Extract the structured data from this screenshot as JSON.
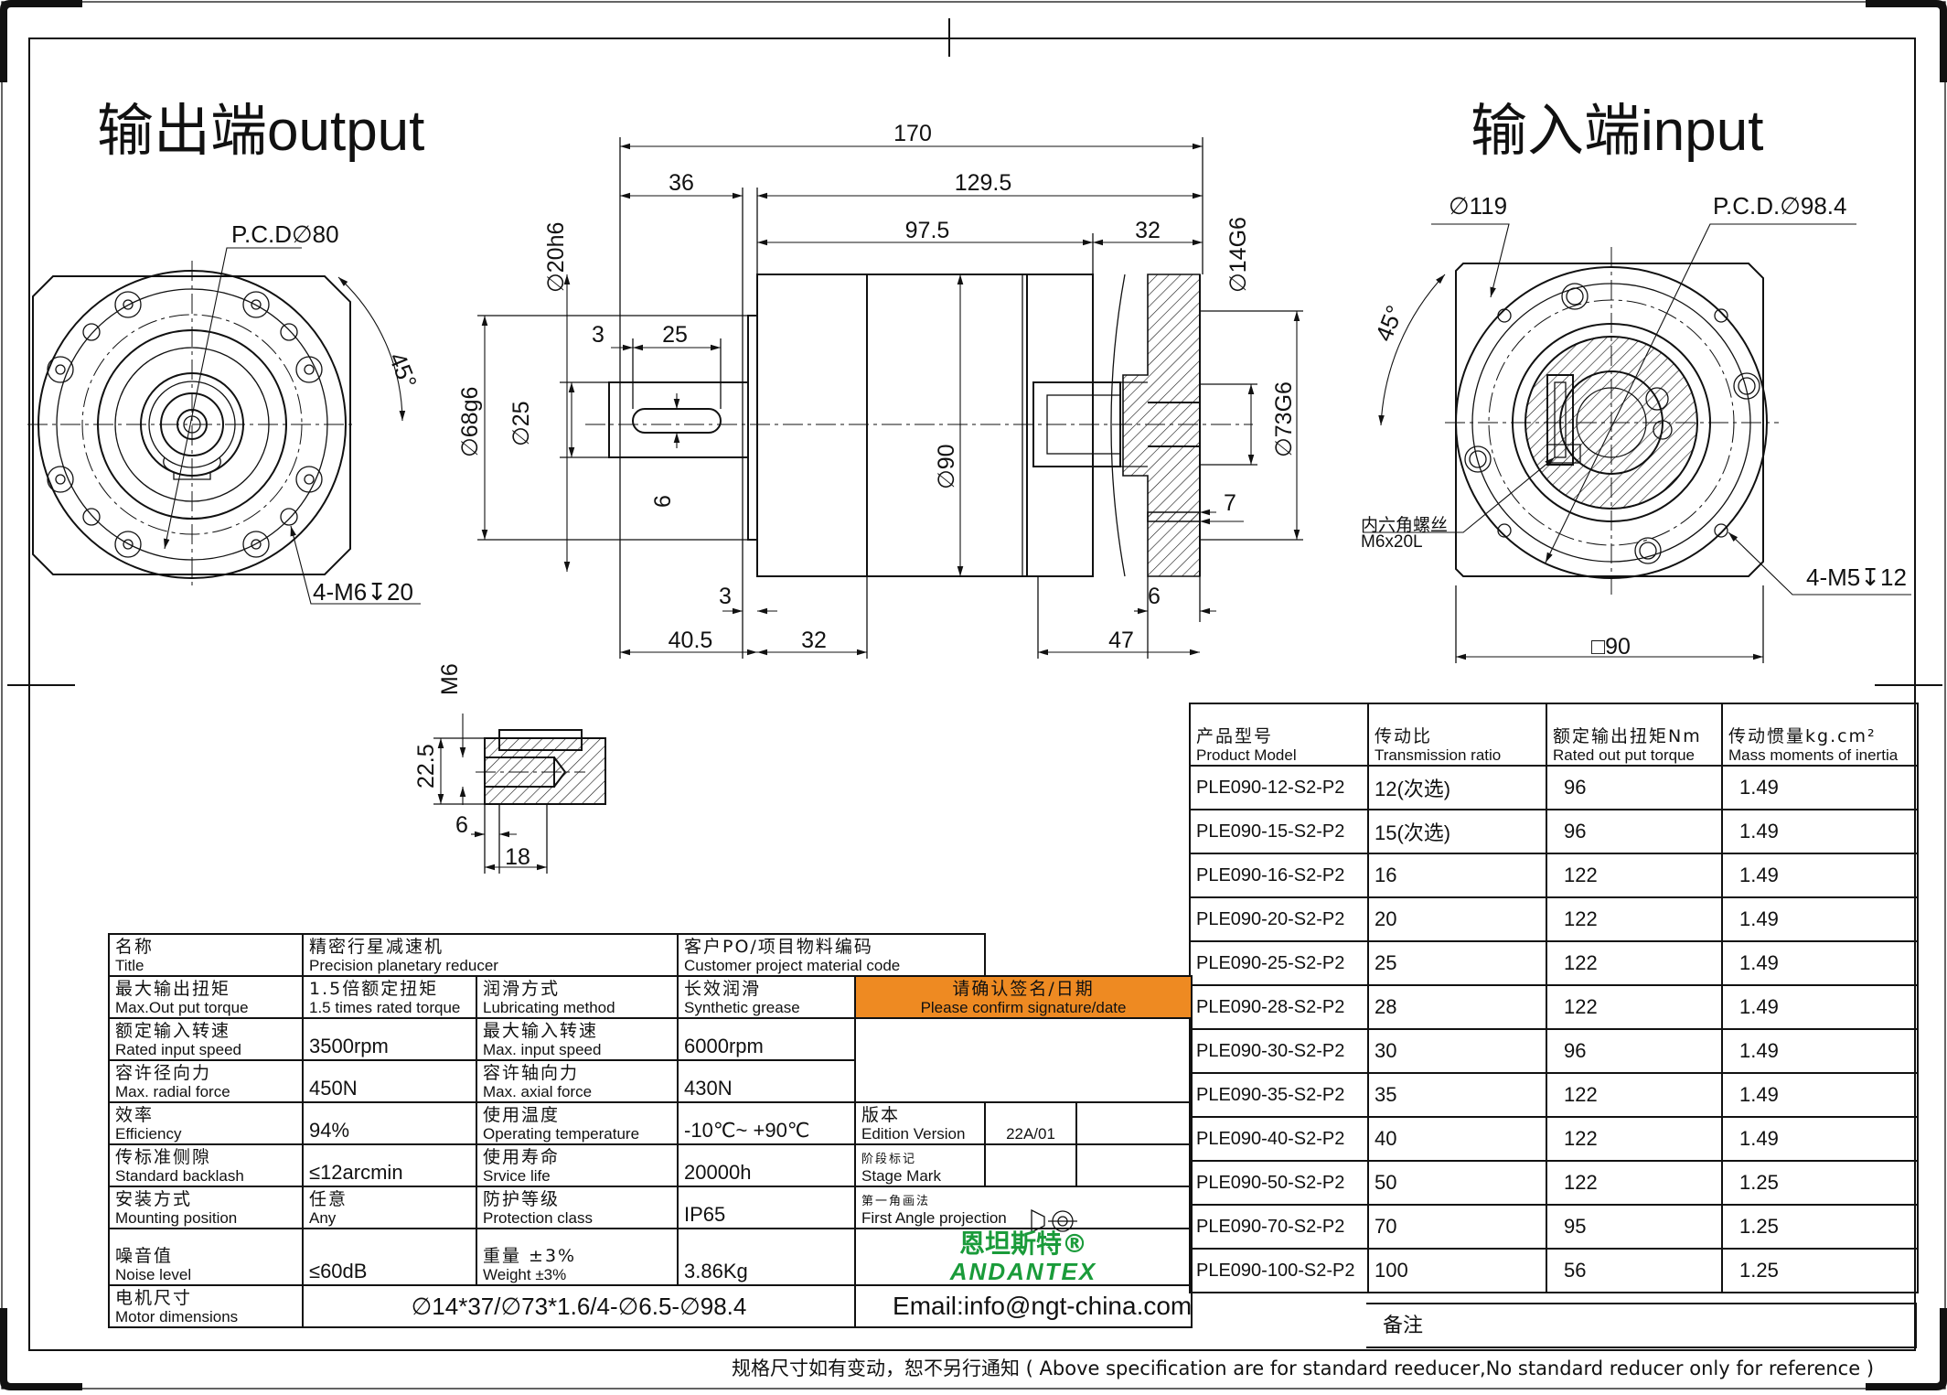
{
  "views": {
    "output_title": "输出端output",
    "input_title": "输入端input",
    "output_pcd": "P.C.D∅80",
    "output_angle": "45°",
    "output_holes": "4-M6↧20",
    "input_dia": "∅119",
    "input_pcd": "P.C.D.∅98.4",
    "input_angle": "45°",
    "input_screw_cn": "内六角螺丝",
    "input_screw_en": "M6x20L",
    "input_holes": "4-M5↧12",
    "input_square": "□90"
  },
  "section_dims": {
    "total": "170",
    "d36": "36",
    "d129_5": "129.5",
    "d97_5": "97.5",
    "d32_top": "32",
    "d20": "∅20h6",
    "d14": "∅14G6",
    "d68": "∅68g6",
    "d25": "∅25",
    "d3_key": "3",
    "d25_key": "25",
    "d6_key": "6",
    "d90": "∅90",
    "d73": "∅73G6",
    "d7": "7",
    "d6_right": "6",
    "d3_bottom": "3",
    "d40_5": "40.5",
    "d32_bottom": "32",
    "d47": "47"
  },
  "detail_dims": {
    "m6": "M6",
    "d22_5": "22.5",
    "d6": "6",
    "d18": "18"
  },
  "spec_table": {
    "name_cn": "名称",
    "name_en": "Title",
    "title_cn": "精密行星减速机",
    "title_en": "Precision planetary reducer",
    "customer_cn": "客户PO/项目物料编码",
    "customer_en": "Customer project material code",
    "torque_cn": "最大输出扭矩",
    "torque_en": "Max.Out put torque",
    "torque_val_cn": "1.5倍额定扭矩",
    "torque_val_en": "1.5 times rated torque",
    "lub_cn": "润滑方式",
    "lub_en": "Lubricating method",
    "lub_val_cn": "长效润滑",
    "lub_val_en": "Synthetic grease",
    "confirm_cn": "请确认签名/日期",
    "confirm_en": "Please confirm signature/date",
    "rin_cn": "额定输入转速",
    "rin_en": "Rated input speed",
    "rin_val": "3500rpm",
    "min_cn": "最大输入转速",
    "min_en": "Max. input speed",
    "min_val": "6000rpm",
    "rad_cn": "容许径向力",
    "rad_en": "Max. radial force",
    "rad_val": "450N",
    "ax_cn": "容许轴向力",
    "ax_en": "Max. axial force",
    "ax_val": "430N",
    "eff_cn": "效率",
    "eff_en": "Efficiency",
    "eff_val": "94%",
    "temp_cn": "使用温度",
    "temp_en": "Operating temperature",
    "temp_val": "-10℃~ +90℃",
    "edition_cn": "版本",
    "edition_en": "Edition Version",
    "edition_val": "22A/01",
    "bl_cn": "传标准侧隙",
    "bl_en": "Standard backlash",
    "bl_val": "≤12arcmin",
    "life_cn": "使用寿命",
    "life_en": "Srvice life",
    "life_val": "20000h",
    "stage_cn": "阶段标记",
    "stage_en": "Stage Mark",
    "mount_cn": "安装方式",
    "mount_en": "Mounting position",
    "mount_val_cn": "任意",
    "mount_val_en": "Any",
    "prot_cn": "防护等级",
    "prot_en": "Protection class",
    "prot_val": "IP65",
    "proj_cn": "第一角画法",
    "proj_en": "First Angle projection",
    "noise_cn": "噪音值",
    "noise_en": "Noise level",
    "noise_val": "≤60dB",
    "weight_cn": "重量 ±3%",
    "weight_en": "Weight ±3%",
    "weight_val": "3.86Kg",
    "brand_cn": "恩坦斯特®",
    "brand_en": "ANDANTEX",
    "motor_cn": "电机尺寸",
    "motor_en": "Motor dimensions",
    "motor_val": "∅14*37/∅73*1.6/4-∅6.5-∅98.4",
    "email": "Email:info@ngt-china.com",
    "remark": "备注"
  },
  "model_table": {
    "headers": [
      {
        "cn": "产品型号",
        "en": "Product Model"
      },
      {
        "cn": "传动比",
        "en": "Transmission ratio"
      },
      {
        "cn": "额定输出扭矩Nm",
        "en": "Rated out put torque"
      },
      {
        "cn": "传动惯量kg.cm²",
        "en": "Mass moments of inertia"
      }
    ],
    "rows": [
      [
        "PLE090-12-S2-P2",
        "12(次选)",
        "96",
        "1.49"
      ],
      [
        "PLE090-15-S2-P2",
        "15(次选)",
        "96",
        "1.49"
      ],
      [
        "PLE090-16-S2-P2",
        "16",
        "122",
        "1.49"
      ],
      [
        "PLE090-20-S2-P2",
        "20",
        "122",
        "1.49"
      ],
      [
        "PLE090-25-S2-P2",
        "25",
        "122",
        "1.49"
      ],
      [
        "PLE090-28-S2-P2",
        "28",
        "122",
        "1.49"
      ],
      [
        "PLE090-30-S2-P2",
        "30",
        "96",
        "1.49"
      ],
      [
        "PLE090-35-S2-P2",
        "35",
        "122",
        "1.49"
      ],
      [
        "PLE090-40-S2-P2",
        "40",
        "122",
        "1.49"
      ],
      [
        "PLE090-50-S2-P2",
        "50",
        "122",
        "1.25"
      ],
      [
        "PLE090-70-S2-P2",
        "70",
        "95",
        "1.25"
      ],
      [
        "PLE090-100-S2-P2",
        "100",
        "56",
        "1.25"
      ]
    ]
  },
  "footer_note": "规格尺寸如有变动，恕不另行通知 ( Above specification are for standard reeducer,No standard reducer only for reference )"
}
